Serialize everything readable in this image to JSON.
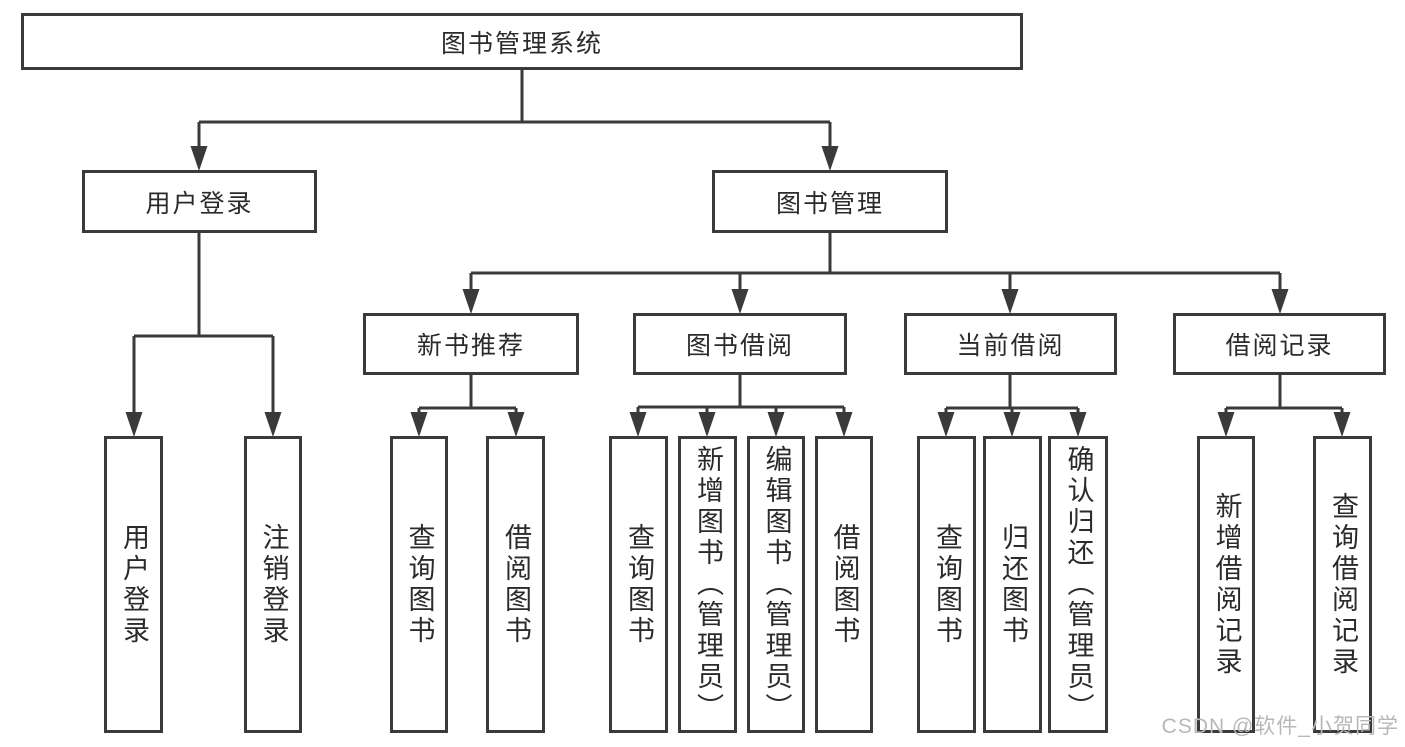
{
  "colors": {
    "line": "#3a3a3a",
    "text": "#2b2b2b",
    "watermark": "#b8b8b8",
    "background": "#ffffff"
  },
  "watermark": "CSDN @软件_小贺同学",
  "tree": {
    "label": "图书管理系统",
    "children": [
      {
        "label": "用户登录",
        "children": [
          {
            "label": "用户登录"
          },
          {
            "label": "注销登录"
          }
        ]
      },
      {
        "label": "图书管理",
        "children": [
          {
            "label": "新书推荐",
            "children": [
              {
                "label": "查询图书"
              },
              {
                "label": "借阅图书"
              }
            ]
          },
          {
            "label": "图书借阅",
            "children": [
              {
                "label": "查询图书"
              },
              {
                "label": "新增图书（管理员）"
              },
              {
                "label": "编辑图书（管理员）"
              },
              {
                "label": "借阅图书"
              }
            ]
          },
          {
            "label": "当前借阅",
            "children": [
              {
                "label": "查询图书"
              },
              {
                "label": "归还图书"
              },
              {
                "label": "确认归还（管理员）"
              }
            ]
          },
          {
            "label": "借阅记录",
            "children": [
              {
                "label": "新增借阅记录"
              },
              {
                "label": "查询借阅记录"
              }
            ]
          }
        ]
      }
    ]
  }
}
